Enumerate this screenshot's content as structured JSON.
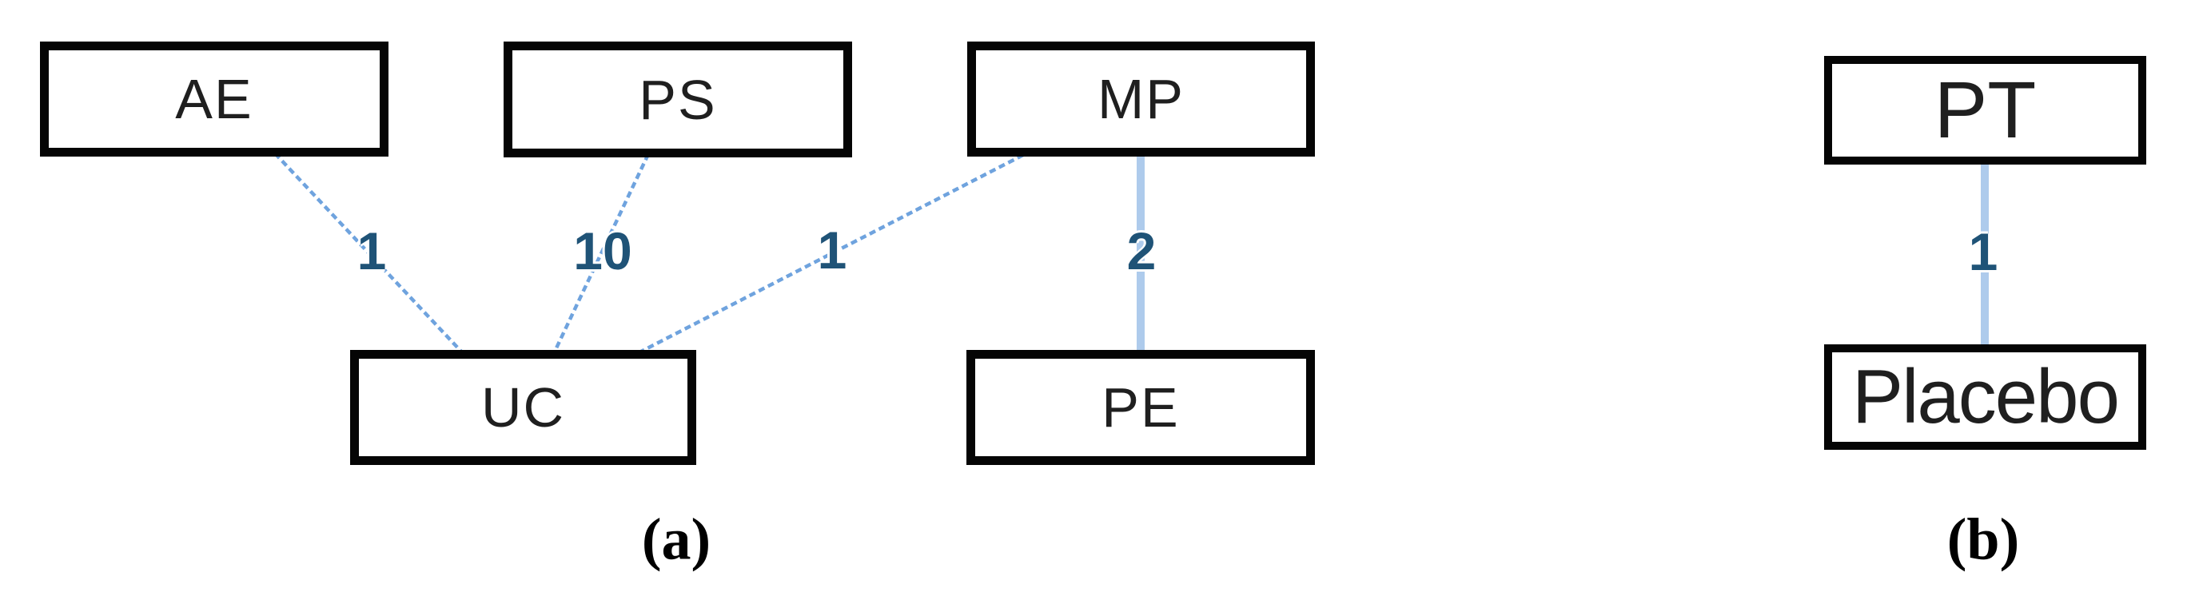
{
  "figure": {
    "panel_a": {
      "caption": "(a)",
      "nodes": [
        {
          "id": "AE",
          "label": "AE"
        },
        {
          "id": "PS",
          "label": "PS"
        },
        {
          "id": "MP",
          "label": "MP"
        },
        {
          "id": "UC",
          "label": "UC"
        },
        {
          "id": "PE",
          "label": "PE"
        }
      ],
      "edges": [
        {
          "from": "AE",
          "to": "UC",
          "weight": "1"
        },
        {
          "from": "PS",
          "to": "UC",
          "weight": "10"
        },
        {
          "from": "MP",
          "to": "UC",
          "weight": "1"
        },
        {
          "from": "MP",
          "to": "PE",
          "weight": "2"
        }
      ]
    },
    "panel_b": {
      "caption": "(b)",
      "nodes": [
        {
          "id": "PT",
          "label": "PT"
        },
        {
          "id": "Placebo",
          "label": "Placebo"
        }
      ],
      "edges": [
        {
          "from": "PT",
          "to": "Placebo",
          "weight": "1"
        }
      ]
    },
    "colors": {
      "box_border": "#050505",
      "edge_diagonal": "#6FA3DE",
      "edge_vertical": "#AECBEC",
      "edge_weight_text": "#1F5377"
    }
  }
}
